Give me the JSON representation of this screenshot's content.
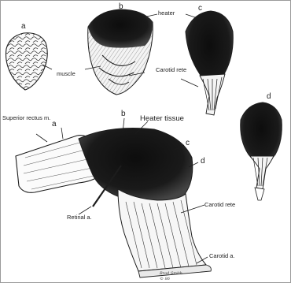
{
  "figure": {
    "labels": {
      "a_top": "a",
      "b_top": "b",
      "c_top": "c",
      "d_right": "d",
      "heater_top": "heater",
      "muscle": "muscle",
      "carotid_rete_top": "Carotid rete",
      "superior_rectus": "Superior rectus m.",
      "a_main": "a",
      "b_main": "b",
      "heater_tissue": "Heater tissue",
      "c_main": "c",
      "d_main": "d",
      "retinal_a": "Retinal a.",
      "carotid_rete_main": "Carotid rete",
      "carotid_a": "Carotid a."
    },
    "signature": {
      "name": "Brad Smith",
      "year": "© 86"
    },
    "colors": {
      "ink": "#1c1c1c",
      "background": "#ffffff",
      "frame": "#9a9a9a"
    }
  }
}
